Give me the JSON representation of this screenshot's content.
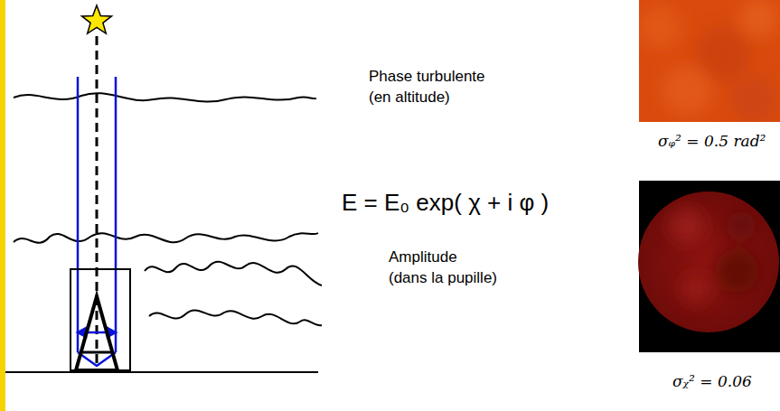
{
  "diagram": {
    "labels": [
      "Phase turbulente",
      "(en altitude)",
      "σᵩ² = 0.5 rad²",
      "E = E₀ exp( χ + i φ )",
      "Amplitude",
      "(dans la pupille)",
      "σᵪ² = 0.06"
    ]
  }
}
